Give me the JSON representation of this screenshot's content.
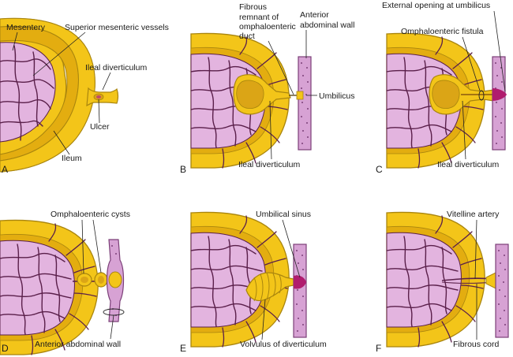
{
  "colors": {
    "fat_yellow": "#f3c519",
    "fat_edge": "#a9850e",
    "mucosa_pink": "#e3b4df",
    "mucosa_lines": "#5a1f4a",
    "wall_pink": "#d7a2d4",
    "wall_edge": "#7b3f78",
    "sinus_magenta": "#b01c6e",
    "leader": "#222222"
  },
  "panels": {
    "A": {
      "letter": "A",
      "mesentery": "Mesentery",
      "superior_mesenteric_vessels": "Superior mesenteric vessels",
      "ileal_diverticulum": "Ileal diverticulum",
      "ulcer": "Ulcer",
      "ileum": "Ileum"
    },
    "B": {
      "letter": "B",
      "fibrous_remnant": [
        "Fibrous",
        "remnant of",
        "omphaloenteric",
        "duct"
      ],
      "anterior_abdominal_wall": [
        "Anterior",
        "abdominal wall"
      ],
      "umbilicus": "Umbilicus",
      "ileal_diverticulum": "Ileal diverticulum"
    },
    "C": {
      "letter": "C",
      "external_opening": "External opening at umbilicus",
      "omphaloenteric_fistula": "Omphaloenteric fistula",
      "ileal_diverticulum": "Ileal diverticulum"
    },
    "D": {
      "letter": "D",
      "omphaloenteric_cysts": "Omphaloenteric cysts",
      "anterior_abdominal_wall": "Anterior abdominal wall"
    },
    "E": {
      "letter": "E",
      "umbilical_sinus": "Umbilical sinus",
      "volvulus": "Volvulus of diverticulum"
    },
    "F": {
      "letter": "F",
      "vitelline_artery": "Vitelline artery",
      "fibrous_cord": "Fibrous cord"
    }
  }
}
